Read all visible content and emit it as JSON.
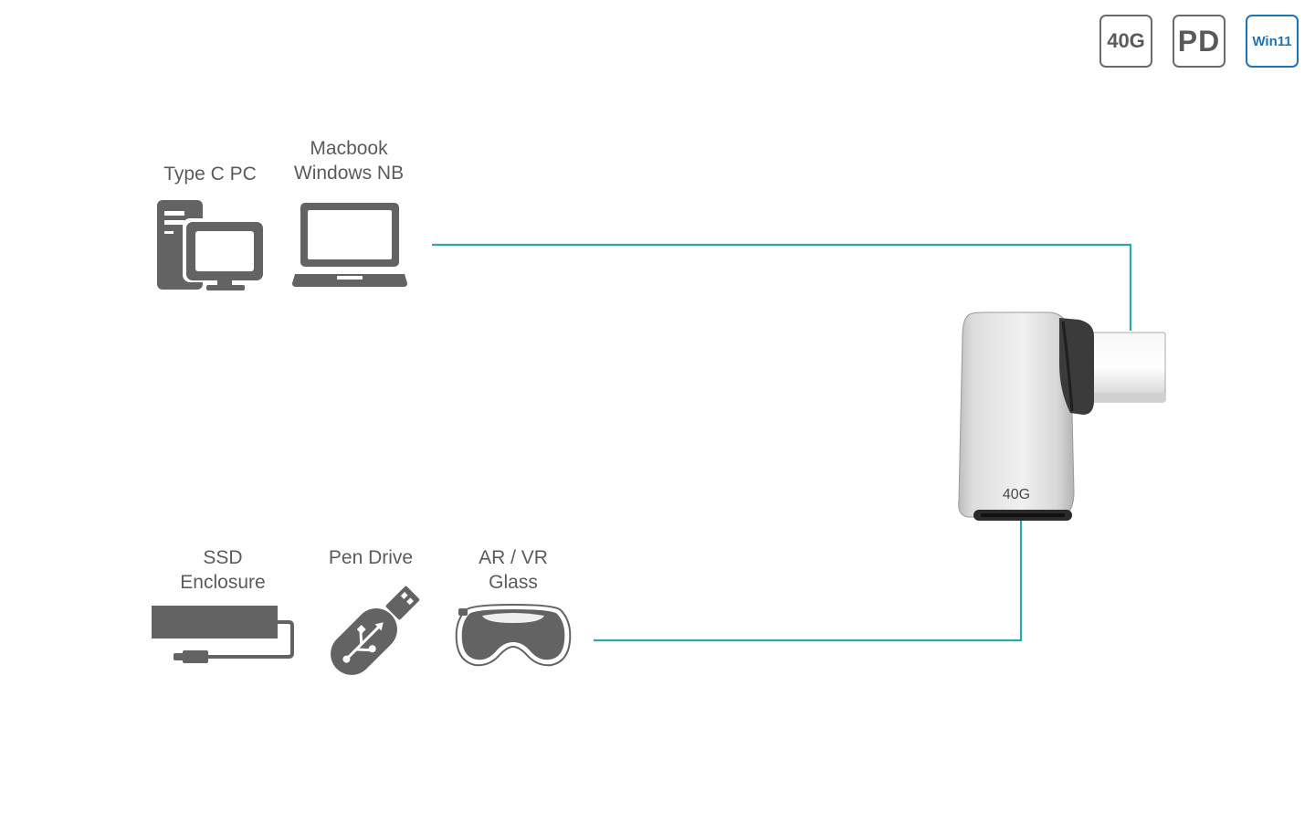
{
  "badges": {
    "speed": "40G",
    "power": "PD",
    "os": "Win11"
  },
  "hosts": [
    {
      "label": "Type C PC",
      "icon": "desktop-pc-icon"
    },
    {
      "label_line1": "Macbook",
      "label_line2": "Windows NB",
      "icon": "laptop-icon"
    }
  ],
  "devices": [
    {
      "label_line1": "SSD",
      "label_line2": "Enclosure",
      "icon": "ssd-enclosure-icon"
    },
    {
      "label": "Pen Drive",
      "icon": "usb-pen-drive-icon"
    },
    {
      "label_line1": "AR / VR",
      "label_line2": "Glass",
      "icon": "vr-headset-icon"
    }
  ],
  "adapter": {
    "marking": "40G",
    "icon": "usb-c-right-angle-adapter"
  },
  "colors": {
    "wire": "#2aaaa5",
    "icon_gray": "#636363",
    "win_blue": "#1f73b7"
  }
}
